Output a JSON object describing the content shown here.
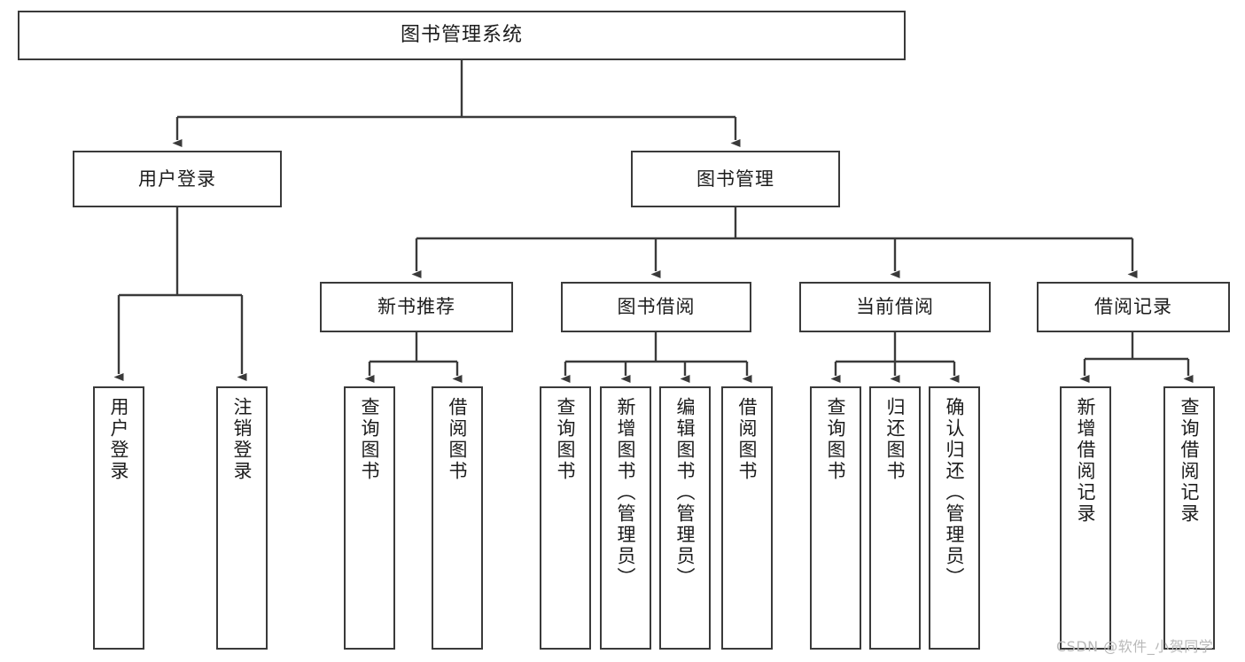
{
  "diagram": {
    "title": "图书管理系统",
    "watermark": "CSDN @软件_小贺同学",
    "colors": {
      "stroke": "#3a3a3a",
      "fill": "#ffffff",
      "text": "#1c1c1c",
      "watermark": "#b9b9b9"
    },
    "nodes": {
      "root": "图书管理系统",
      "level1": [
        "用户登录",
        "图书管理"
      ],
      "level2": [
        "新书推荐",
        "图书借阅",
        "当前借阅",
        "借阅记录"
      ],
      "leaves": {
        "user_login": [
          "用户登录",
          "注销登录"
        ],
        "new_book_rec": [
          "查询图书",
          "借阅图书"
        ],
        "book_borrow": [
          "查询图书",
          "新增图书（管理员）",
          "编辑图书（管理员）",
          "借阅图书"
        ],
        "current_borrow": [
          "查询图书",
          "归还图书",
          "确认归还（管理员）"
        ],
        "borrow_record": [
          "新增借阅记录",
          "查询借阅记录"
        ]
      }
    }
  }
}
